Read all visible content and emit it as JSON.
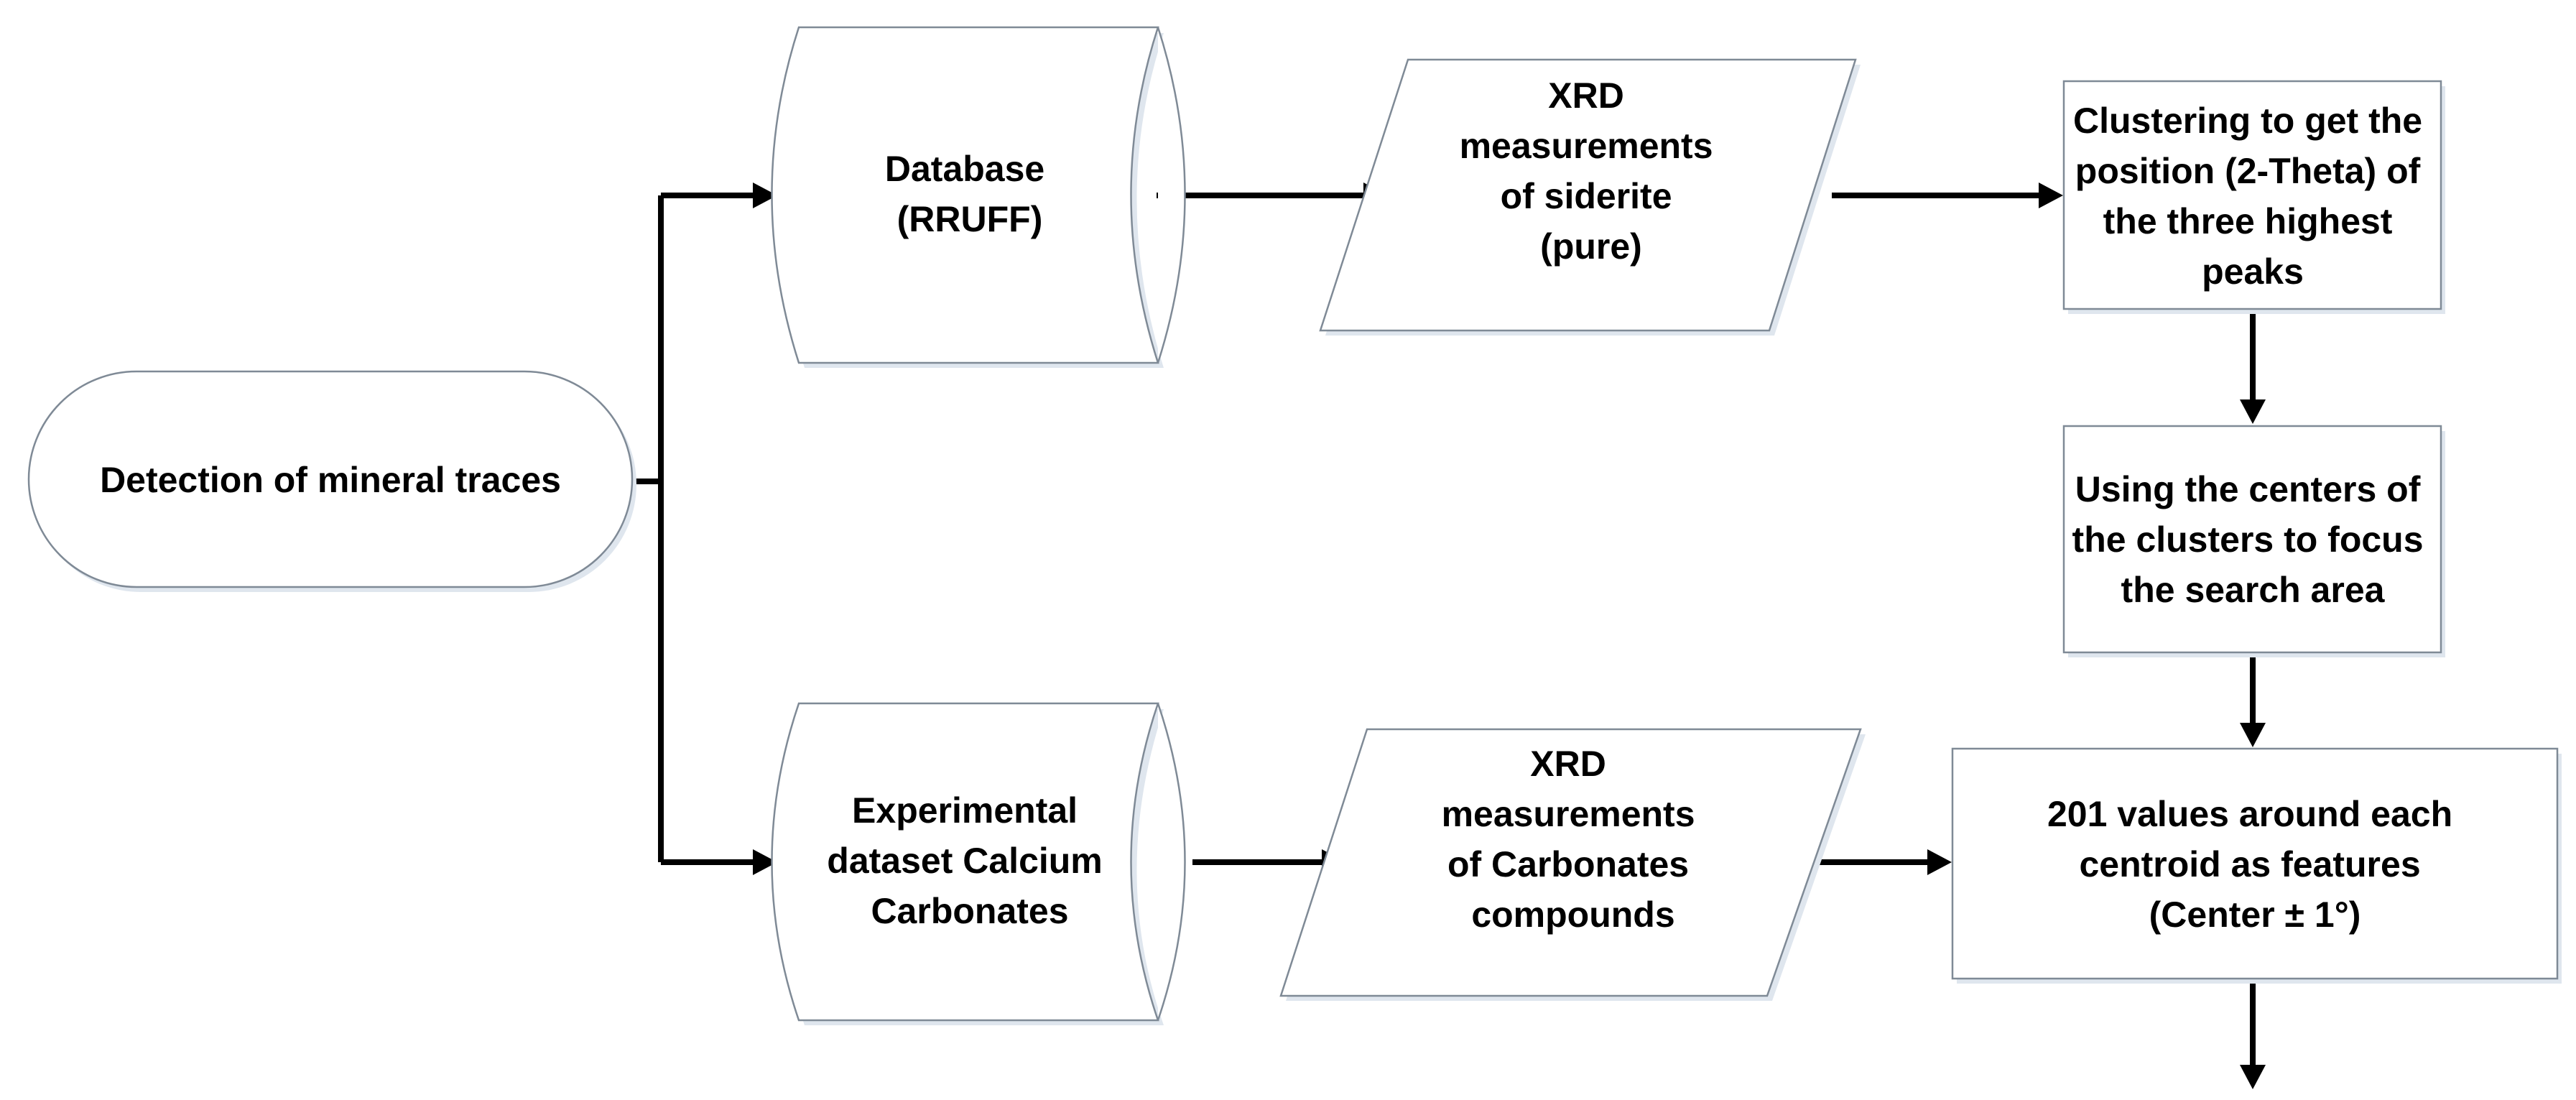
{
  "nodes": {
    "detection": {
      "lines": [
        "Detection of mineral traces"
      ]
    },
    "database": {
      "lines": [
        "Database",
        "(RRUFF)"
      ]
    },
    "experimental": {
      "lines": [
        "Experimental",
        "dataset Calcium",
        "Carbonates"
      ]
    },
    "xrd_siderite": {
      "lines": [
        "XRD",
        "measurements",
        "of siderite",
        "(pure)"
      ]
    },
    "xrd_carbonates": {
      "lines": [
        "XRD",
        "measurements",
        "of Carbonates",
        "compounds"
      ]
    },
    "clustering": {
      "lines": [
        "Clustering to get the",
        "position (2-Theta) of",
        "the three highest",
        "peaks"
      ]
    },
    "centers": {
      "lines": [
        "Using the centers of",
        "the clusters to focus",
        "the search area"
      ]
    },
    "features": {
      "lines": [
        "201 values around each",
        "centroid as features",
        "(Center ± 1°)"
      ]
    }
  },
  "colors": {
    "outline": "#7f8a96",
    "connector": "#000000",
    "background": "#ffffff"
  }
}
